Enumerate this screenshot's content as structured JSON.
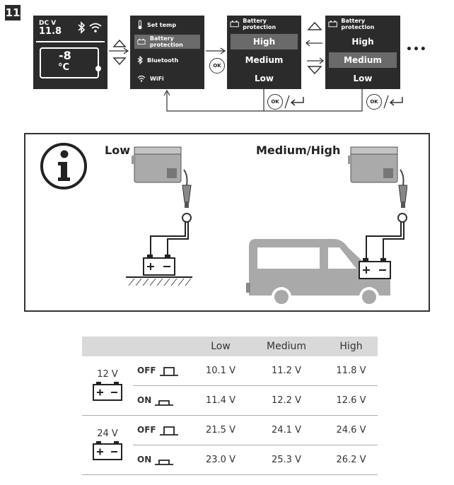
{
  "step_number": "11",
  "display": {
    "power_label": "DC V",
    "voltage": "11.8",
    "temperature": "-8",
    "unit": "°C"
  },
  "menu": {
    "items": [
      {
        "label": "Set temp",
        "icon": "thermometer-icon"
      },
      {
        "label": "Battery protection",
        "icon": "battery-icon"
      },
      {
        "label": "Bluetooth",
        "icon": "bluetooth-icon"
      },
      {
        "label": "WiFi",
        "icon": "wifi-icon"
      }
    ],
    "selected": "Battery protection"
  },
  "battery_menu_1": {
    "title": "Battery protection",
    "options": [
      "High",
      "Medium",
      "Low"
    ],
    "selected": "High"
  },
  "battery_menu_2": {
    "title": "Battery protection",
    "options": [
      "High",
      "Medium",
      "Low"
    ],
    "selected": "Medium"
  },
  "ok_label": "OK",
  "more_label": "•••",
  "info": {
    "low_label": "Low",
    "medium_high_label": "Medium/High"
  },
  "table": {
    "headers": [
      "",
      "",
      "Low",
      "Medium",
      "High"
    ],
    "groups": [
      {
        "voltage": "12 V",
        "rows": [
          {
            "mode": "OFF",
            "low": "10.1 V",
            "medium": "11.2 V",
            "high": "11.8 V"
          },
          {
            "mode": "ON",
            "low": "11.4 V",
            "medium": "12.2 V",
            "high": "12.6 V"
          }
        ]
      },
      {
        "voltage": "24 V",
        "rows": [
          {
            "mode": "OFF",
            "low": "21.5 V",
            "medium": "24.1 V",
            "high": "24.6 V"
          },
          {
            "mode": "ON",
            "low": "23.0 V",
            "medium": "25.3 V",
            "high": "26.2 V"
          }
        ]
      }
    ]
  },
  "colors": {
    "screen": "#2b2b2b",
    "highlight": "#6a6a6a",
    "illustration": "#a9a9a9",
    "table_header": "#d9d9d9"
  }
}
